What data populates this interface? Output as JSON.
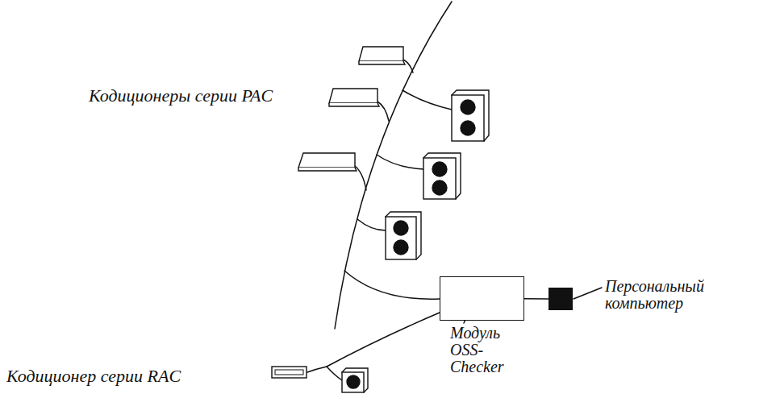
{
  "diagram": {
    "nodes": [
      {
        "text": [
          "Модуль OSS-Checker"
        ]
      },
      {
        "text": [
          "Персональный компьютер"
        ]
      }
    ],
    "edges": [
      {
        "from": 0,
        "to": 1,
        "arrow": "none"
      }
    ],
    "labels": [
      "Кодиционеры серии PAC",
      "Кодиционер серии RAC"
    ]
  }
}
